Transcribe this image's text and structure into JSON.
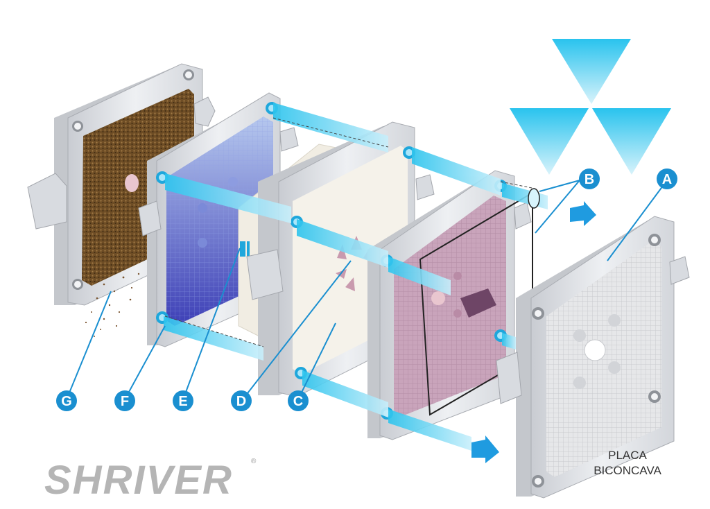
{
  "colors": {
    "callout": "#1a8fd0",
    "flow": "#33c6ee",
    "frame": "#e2e4e8",
    "frame_dark": "#b9bcc2",
    "cake": "#6b4a22",
    "filter_blue": "#5b6fd6",
    "cloth": "#f1eee6",
    "mauve": "#c8a0b8",
    "grid": "#d8dadd",
    "logo": "#b8b8b8"
  },
  "callouts": [
    {
      "letter": "A"
    },
    {
      "letter": "B"
    },
    {
      "letter": "C"
    },
    {
      "letter": "D"
    },
    {
      "letter": "E"
    },
    {
      "letter": "F"
    },
    {
      "letter": "G"
    }
  ],
  "caption": {
    "line1": "PLACA",
    "line2": "BICONCAVA"
  },
  "logo": {
    "text": "SHRIVER",
    "mark": "®"
  },
  "icons": [
    "triangle-logo-icon",
    "flow-arrow-icon"
  ]
}
